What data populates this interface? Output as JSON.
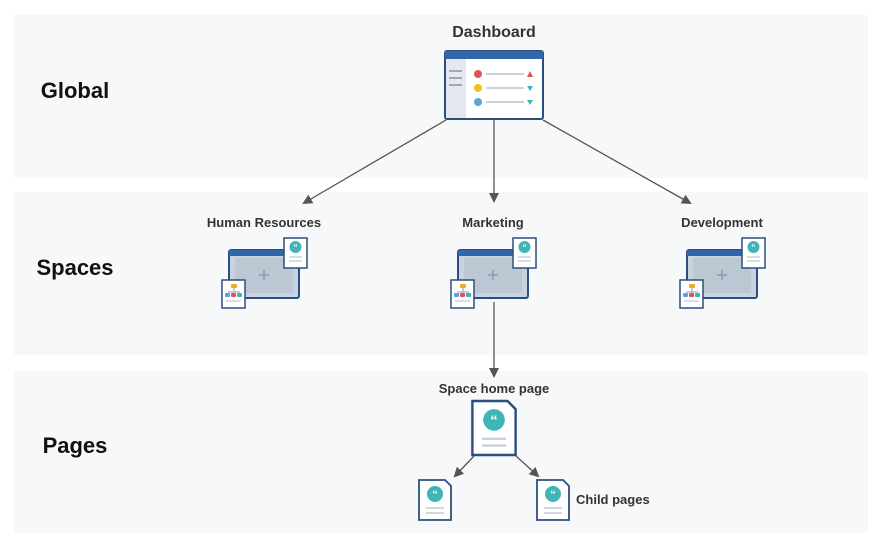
{
  "levels": {
    "global": "Global",
    "spaces": "Spaces",
    "pages": "Pages"
  },
  "dashboard": {
    "title": "Dashboard"
  },
  "spaces": [
    {
      "name": "Human Resources"
    },
    {
      "name": "Marketing"
    },
    {
      "name": "Development"
    }
  ],
  "pages": {
    "home": "Space home page",
    "child": "Child pages"
  },
  "colors": {
    "band": "#f7f8f9",
    "window_header": "#2f67a8",
    "window_border": "#2a4f7e",
    "window_body": "#c9d2de",
    "teal_quote": "#3fb5b7",
    "arrow": "#555555",
    "status_red": "#e2505c",
    "status_yellow": "#f5c21b",
    "status_blue": "#5aa2d8",
    "org_orange": "#f5a623",
    "org_red": "#e2505c",
    "org_teal": "#3fb5b7"
  }
}
